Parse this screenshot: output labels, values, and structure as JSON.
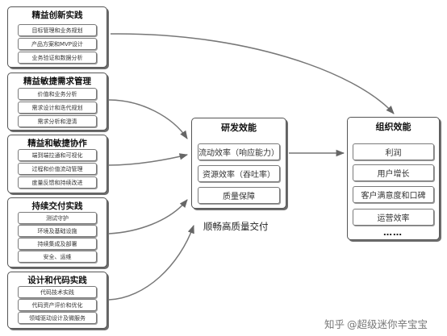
{
  "left_groups": [
    {
      "title": "精益创新实践",
      "items": [
        "目标管理和业务规划",
        "产品方案和MVP设计",
        "业务验证和数据分析"
      ]
    },
    {
      "title": "精益敏捷需求管理",
      "items": [
        "价值和业务分析",
        "需求设计和迭代规划",
        "需求分析和澄清"
      ]
    },
    {
      "title": "精益和敏捷协作",
      "items": [
        "端到端拉通和可视化",
        "过程和价值流动管理",
        "度量反馈和持续改进"
      ]
    },
    {
      "title": "持续交付实践",
      "items": [
        "测试守护",
        "环境及基础设施",
        "持续集成及部署",
        "安全、运维"
      ]
    },
    {
      "title": "设计和代码实践",
      "items": [
        "代码技术实践",
        "代码资产评价和优化",
        "领域驱动设计及微服务"
      ]
    }
  ],
  "center": {
    "title": "研发效能",
    "items": [
      "流动效率（响应能力）",
      "资源效率（吞吐率）",
      "质量保障"
    ],
    "caption": "顺畅高质量交付"
  },
  "right": {
    "title": "组织效能",
    "items": [
      "利润",
      "用户增长",
      "客户满意度和口碑",
      "运营效率"
    ],
    "more": "……"
  },
  "watermark": {
    "platform": "知乎",
    "author": "@超级迷你辛宝宝"
  },
  "colors": {
    "border": "#555555",
    "shadow": "#6d6d6d",
    "arrow": "#666666",
    "watermark": "#777777"
  }
}
